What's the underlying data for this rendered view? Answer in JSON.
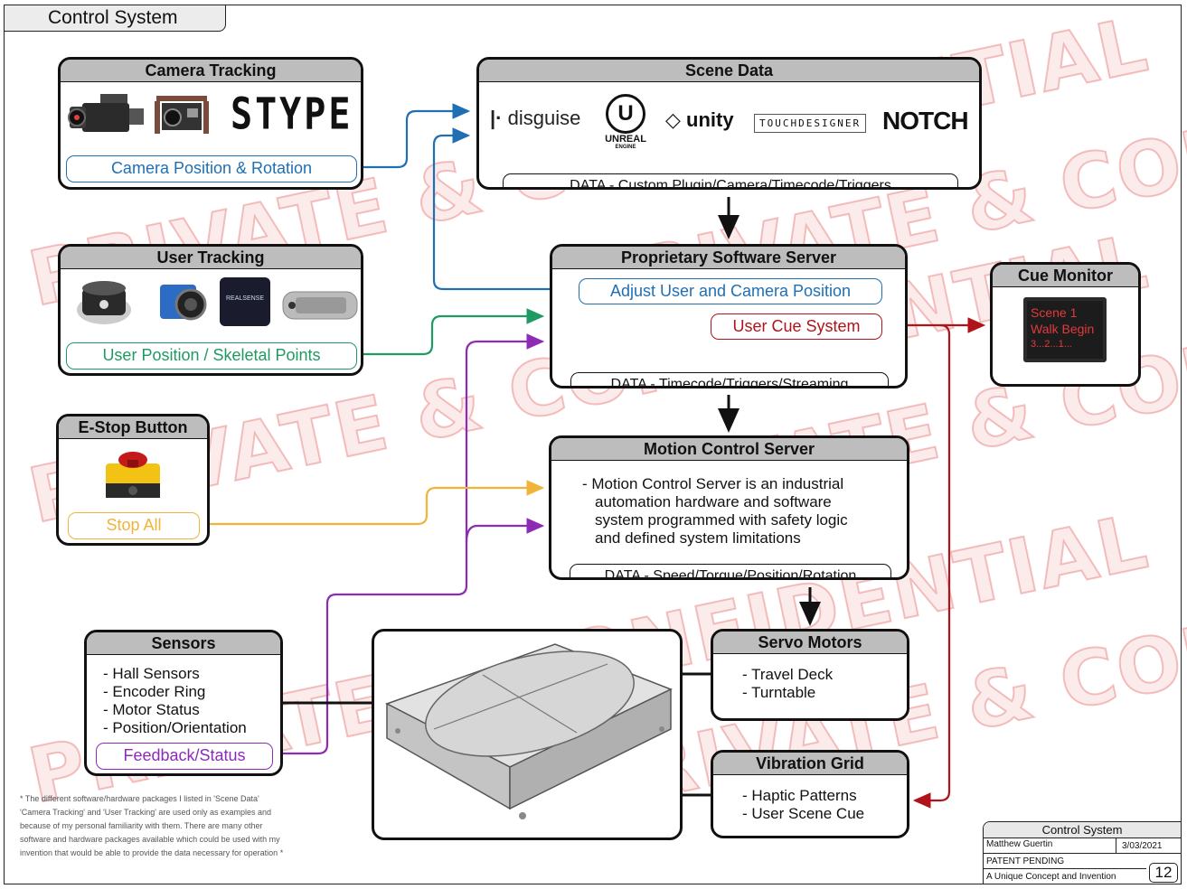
{
  "page": {
    "tab_title": "Control System"
  },
  "watermark": "PRIVATE & CONFIDENTIAL",
  "colors": {
    "blue": "#1f6fb2",
    "green": "#1f9a62",
    "red": "#b0141a",
    "yellow": "#f0b43a",
    "purple": "#8e2bb6"
  },
  "camera_tracking": {
    "title": "Camera Tracking",
    "brand_logo": "STYPE",
    "output": "Camera Position & Rotation"
  },
  "scene_data": {
    "title": "Scene Data",
    "logos": {
      "disguise": "disguise",
      "unreal": "UNREAL",
      "unreal_sub": "ENGINE",
      "unity": "unity",
      "touchdesigner": "TOUCHDESIGNER",
      "notch": "NOTCH"
    },
    "data_bar": "DATA - Custom Plugin/Camera/Timecode/Triggers"
  },
  "user_tracking": {
    "title": "User Tracking",
    "output": "User Position / Skeletal Points",
    "realsense_label": "REALSENSE"
  },
  "proprietary_server": {
    "title": "Proprietary Software Server",
    "adjust": "Adjust User and Camera Position",
    "cue_system": "User Cue System",
    "data_bar": "DATA - Timecode/Triggers/Streaming"
  },
  "cue_monitor": {
    "title": "Cue Monitor",
    "screen_lines": [
      "Scene 1",
      "Walk Begin",
      "3...2...1..."
    ]
  },
  "estop": {
    "title": "E-Stop Button",
    "output": "Stop All"
  },
  "motion_control": {
    "title": "Motion Control Server",
    "description": [
      "- Motion Control Server is an industrial",
      "automation hardware and software",
      "system programmed with safety logic",
      "and defined system limitations"
    ],
    "data_bar": "DATA - Speed/Torque/Position/Rotation"
  },
  "sensors": {
    "title": "Sensors",
    "items": [
      "- Hall Sensors",
      "- Encoder Ring",
      "- Motor Status",
      "- Position/Orientation"
    ],
    "output": "Feedback/Status"
  },
  "servo_motors": {
    "title": "Servo Motors",
    "items": [
      "- Travel Deck",
      "- Turntable"
    ]
  },
  "vibration_grid": {
    "title": "Vibration Grid",
    "items": [
      "- Haptic Patterns",
      "- User Scene Cue"
    ]
  },
  "footnote": "* The different software/hardware packages I listed in 'Scene Data' 'Camera Tracking' and 'User Tracking' are used only as examples and because of my personal familiarity with them. There are many other software and hardware packages available which could be used with my invention that would be able to provide the data necessary for operation *",
  "title_block": {
    "title": "Control System",
    "author": "Matthew Guertin",
    "date": "3/03/2021",
    "status": "PATENT PENDING",
    "subtitle": "A Unique Concept and Invention",
    "page_number": "12"
  }
}
